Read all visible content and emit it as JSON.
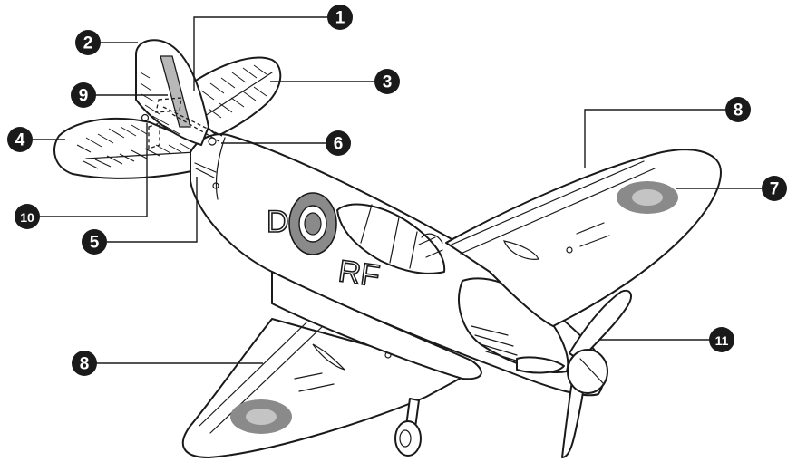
{
  "diagram": {
    "subject": "spitfire-rc-airplane",
    "fuselage_code_left": "D",
    "fuselage_code_right": "RF",
    "callouts": [
      {
        "id": "c1",
        "label": "1"
      },
      {
        "id": "c2",
        "label": "2"
      },
      {
        "id": "c3",
        "label": "3"
      },
      {
        "id": "c4",
        "label": "4"
      },
      {
        "id": "c5",
        "label": "5"
      },
      {
        "id": "c6",
        "label": "6"
      },
      {
        "id": "c7",
        "label": "7"
      },
      {
        "id": "c8a",
        "label": "8"
      },
      {
        "id": "c8b",
        "label": "8"
      },
      {
        "id": "c9",
        "label": "9"
      },
      {
        "id": "c10",
        "label": "10"
      },
      {
        "id": "c11",
        "label": "11"
      }
    ],
    "colors": {
      "line": "#1a1a1a",
      "roundel_outer": "#8a8a8a",
      "roundel_inner": "#c4c4c4",
      "canopy_glass": "#ffffff",
      "rudder_fill": "#b8b8b8"
    }
  }
}
